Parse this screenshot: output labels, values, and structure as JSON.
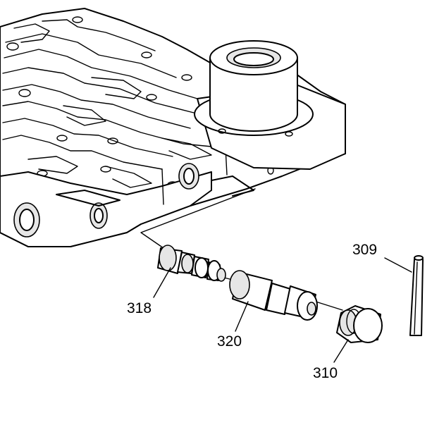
{
  "callouts": {
    "pin": "309",
    "plug": "310",
    "valve_318": "318",
    "valve_320": "320"
  }
}
